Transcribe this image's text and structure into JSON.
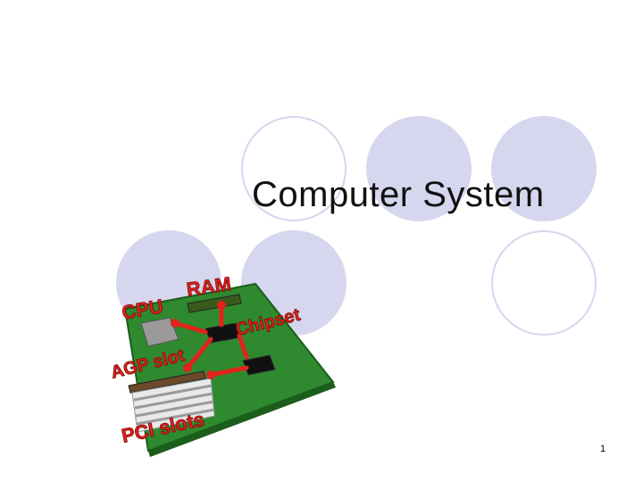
{
  "slide": {
    "title": "Computer System",
    "page_number": "1"
  },
  "diagram": {
    "labels": {
      "cpu": "CPU",
      "ram": "RAM",
      "chipset": "Chipset",
      "agp": "AGP slot",
      "pci": "PCI slots"
    }
  },
  "colors": {
    "circle_fill": "#d6d6ee",
    "circle_outline": "#d6d6ee",
    "board_green": "#2f8a2f",
    "board_edge": "#1b5e1b",
    "label_red": "#e0231c"
  }
}
